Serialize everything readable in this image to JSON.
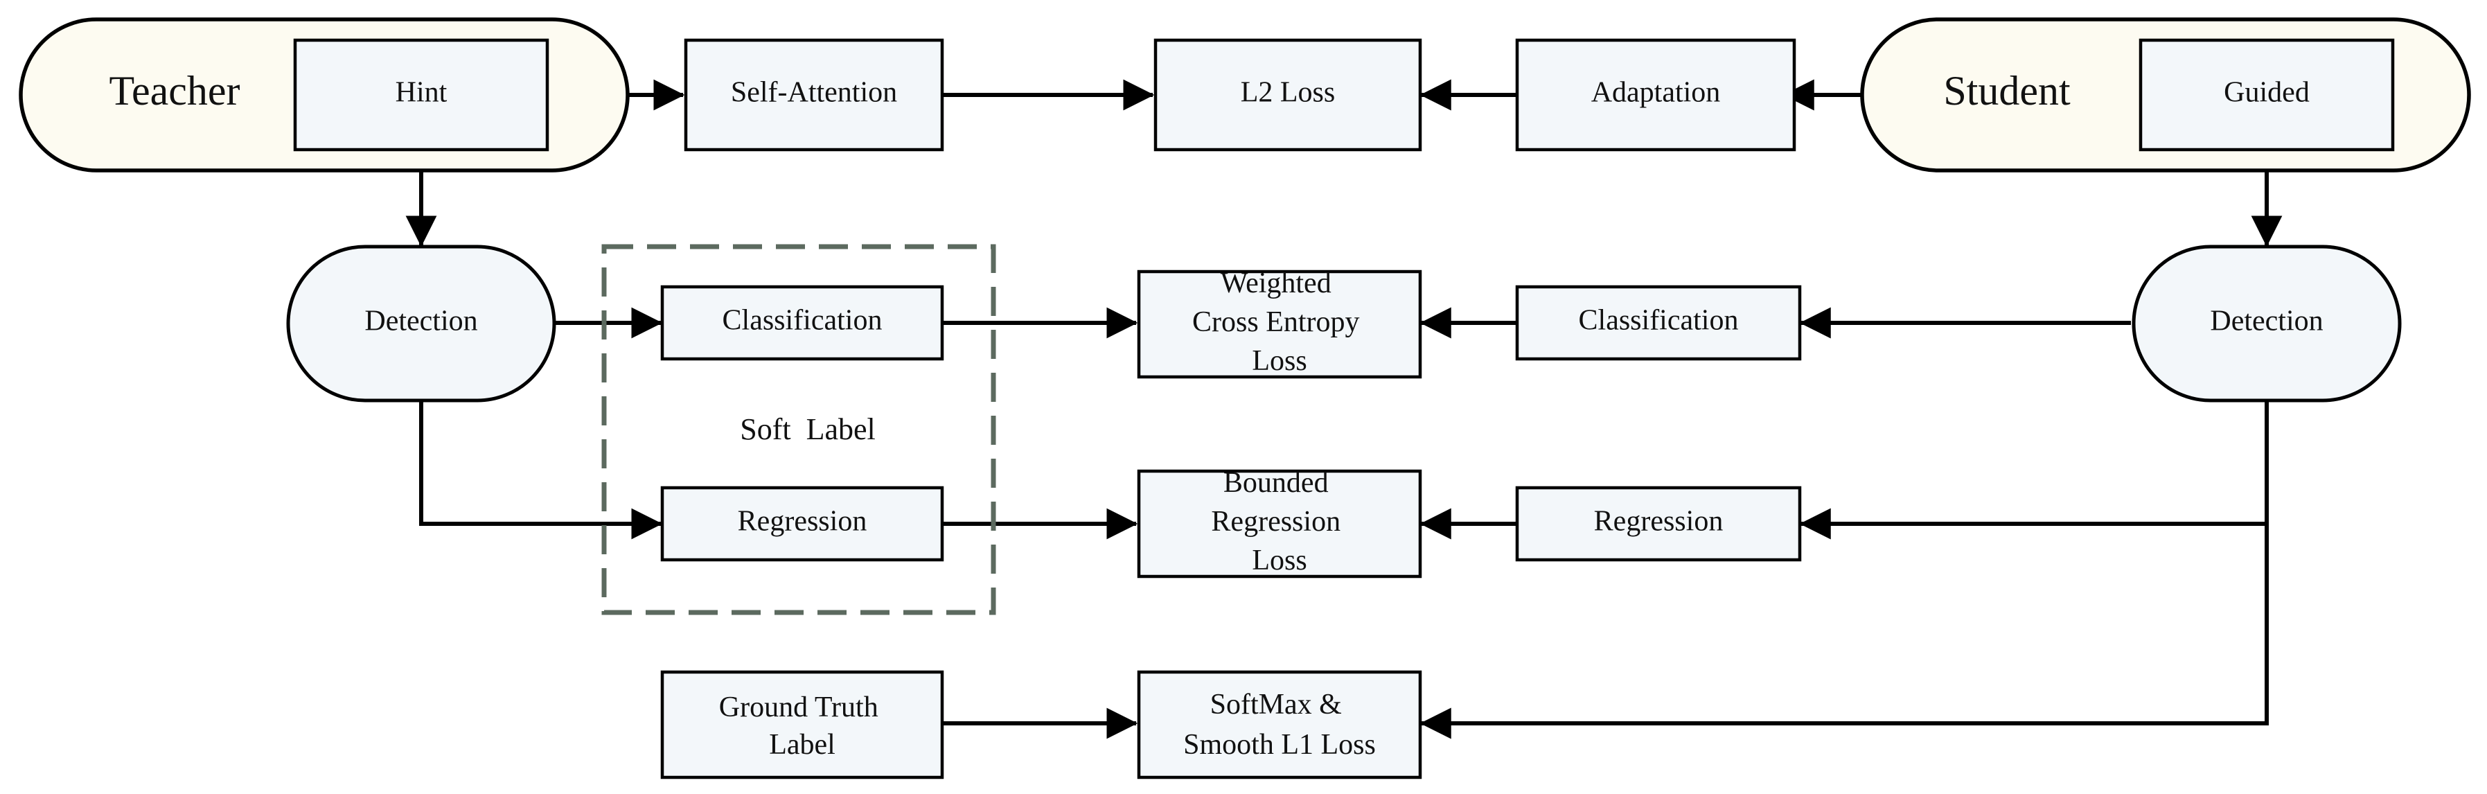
{
  "teacher": {
    "label": "Teacher",
    "hint": "Hint"
  },
  "student": {
    "label": "Student",
    "guided": "Guided"
  },
  "top_row": {
    "self_attention": "Self-Attention",
    "l2_loss": "L2 Loss",
    "adaptation": "Adaptation"
  },
  "teacher_branch": {
    "detection": "Detection",
    "classification": "Classification",
    "regression": "Regression",
    "soft_label": "Soft  Label"
  },
  "losses": {
    "weighted_ce": [
      "Weighted",
      "Cross Entropy",
      "Loss"
    ],
    "bounded_reg": [
      "Bounded",
      "Regression",
      "Loss"
    ],
    "softmax_l1": [
      "SoftMax &",
      "Smooth L1 Loss"
    ]
  },
  "student_branch": {
    "detection": "Detection",
    "classification": "Classification",
    "regression": "Regression"
  },
  "ground_truth": [
    "Ground Truth",
    "Label"
  ]
}
